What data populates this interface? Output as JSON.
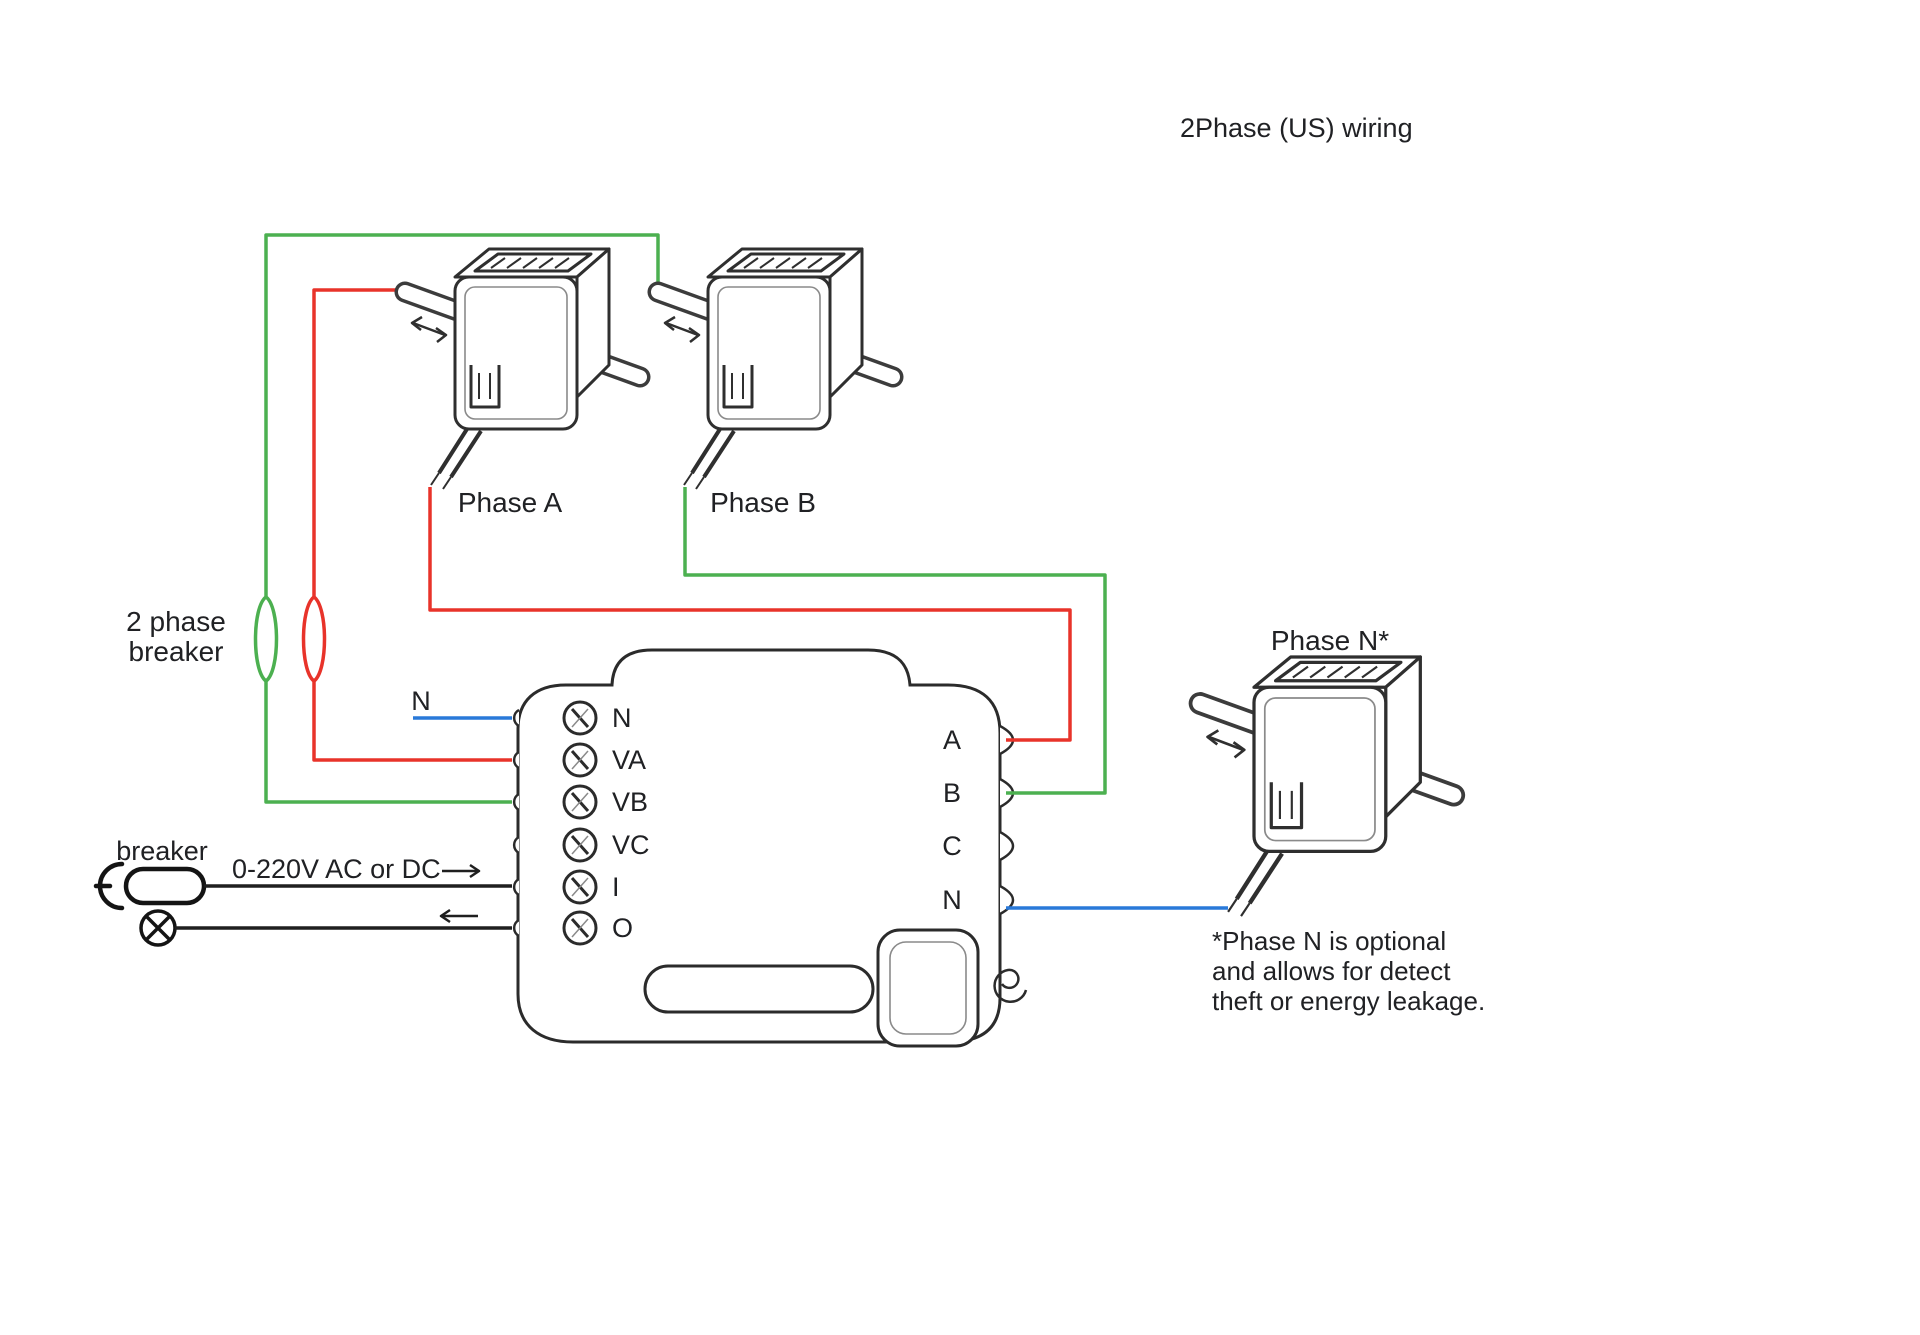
{
  "title": "2Phase (US) wiring",
  "colors": {
    "red": "#e8332a",
    "green": "#4cb050",
    "blue": "#2979d9",
    "ink": "#1f1f1f"
  },
  "labels": {
    "phase_a": "Phase A",
    "phase_b": "Phase B",
    "phase_n": "Phase N*"
  },
  "breaker2": {
    "line1": "2 phase",
    "line2": "breaker"
  },
  "source": {
    "breaker_label": "breaker",
    "voltage_label": "0-220V AC or DC",
    "neutral_label": "N"
  },
  "device": {
    "left_terminals": [
      "N",
      "VA",
      "VB",
      "VC",
      "I",
      "O"
    ],
    "right_terminals": [
      "A",
      "B",
      "C",
      "N"
    ]
  },
  "note": {
    "line1": "*Phase N is optional",
    "line2": "and allows for detect",
    "line3": "theft or energy leakage."
  }
}
